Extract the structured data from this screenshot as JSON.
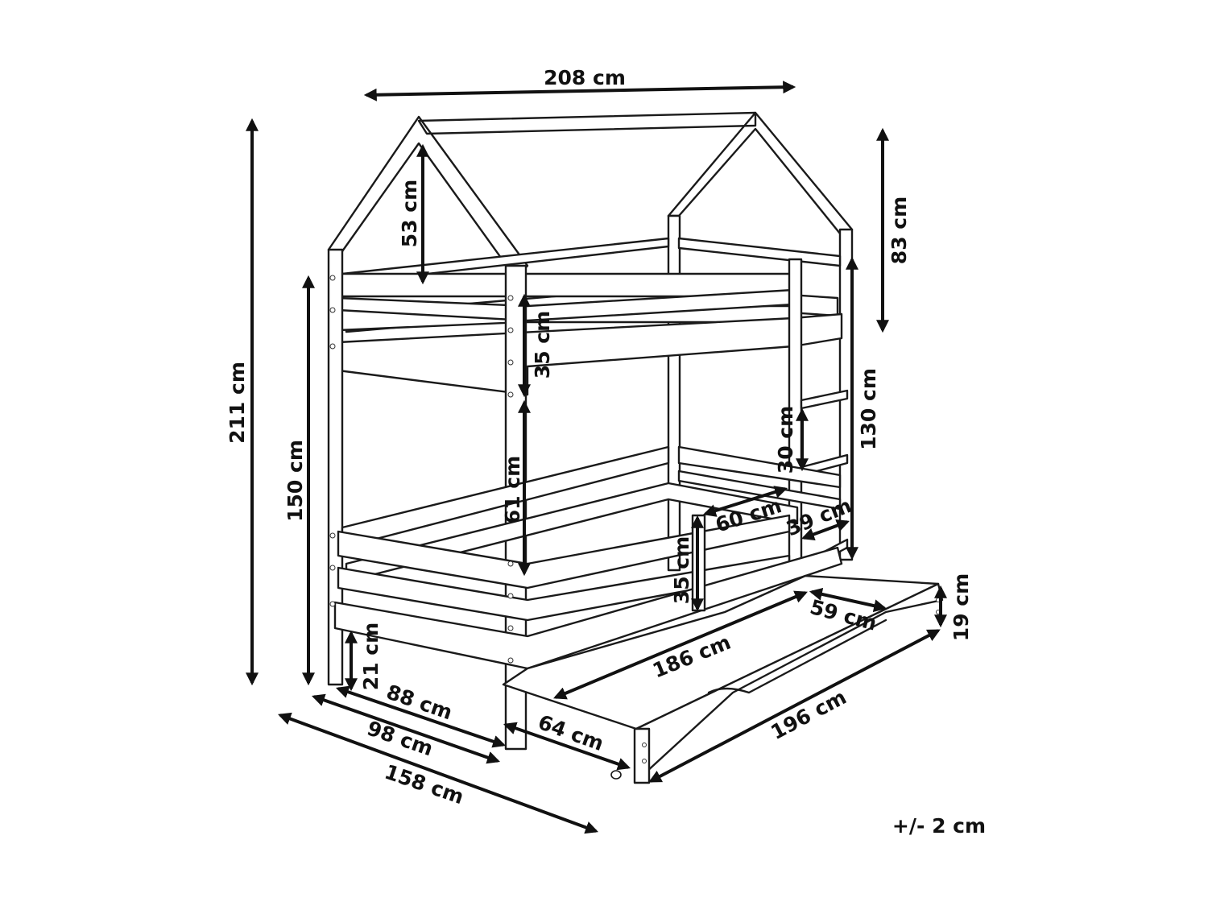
{
  "dimensions": {
    "roof_width": "208 cm",
    "roof_height": "53 cm",
    "total_height": "211 cm",
    "side_height": "83 cm",
    "upper_bunk_height": "150 cm",
    "upper_rail_height": "35 cm",
    "between_bunks": "61 cm",
    "ladder_step": "30 cm",
    "ladder_height": "130 cm",
    "opening": "60 cm",
    "ladder_width": "39 cm",
    "lower_rail_height": "35 cm",
    "drawer_height": "19 cm",
    "drawer_depth_inner": "59 cm",
    "floor_clearance": "21 cm",
    "inner_width": "88 cm",
    "outer_width": "98 cm",
    "total_depth": "158 cm",
    "inner_length": "186 cm",
    "drawer_length": "196 cm",
    "drawer_width": "64 cm"
  },
  "tolerance": "+/- 2 cm"
}
